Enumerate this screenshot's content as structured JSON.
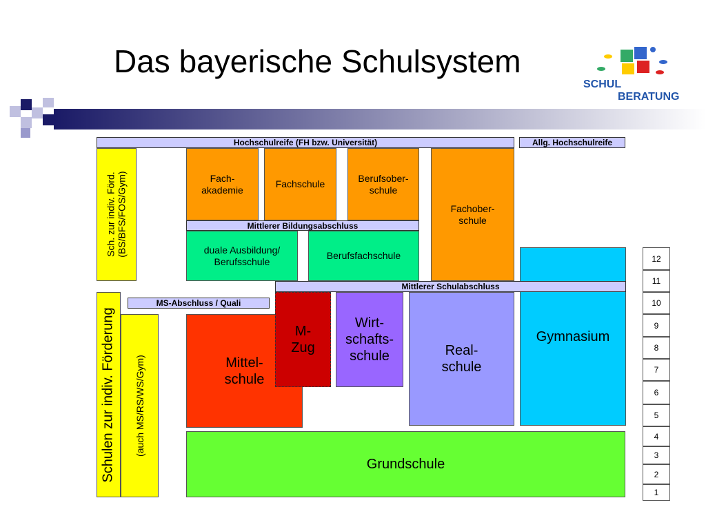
{
  "slide": {
    "title": "Das bayerische Schulsystem"
  },
  "logo": {
    "line1": "SCHUL",
    "line2": "BERATUNG"
  },
  "diagram": {
    "top_bars": {
      "hochschulreife": "Hochschulreife (FH bzw. Universität)",
      "allg_hochschulreife": "Allg. Hochschulreife",
      "mittlerer_bildungsabschluss": "Mittlerer Bildungsabschluss",
      "mittlerer_schulabschluss": "Mittlerer Schulabschluss",
      "ms_abschluss": "MS-Abschluss / Quali"
    },
    "schools": {
      "fachakademie": "Fach-\nakademie",
      "fachschule": "Fachschule",
      "berufsoberschule": "Berufsober-\nschule",
      "fachoberschule": "Fachober-\nschule",
      "duale_ausbildung": "duale Ausbildung/\nBerufsschule",
      "berufsfachschule": "Berufsfachschule",
      "m_zug": "M-\nZug",
      "wirtschaftsschule": "Wirt-\nschafts-\nschule",
      "realschule": "Real-\nschule",
      "gymnasium": "Gymnasium",
      "mittelschule": "Mittel-\nschule",
      "grundschule": "Grundschule",
      "foerder_oben": "Sch. zur indiv. Förd.\n(BS/BFS/FOS/Gym)",
      "foerder_unten": "Schulen zur indiv. Förderung",
      "foerder_unten_sub": "(auch MS/RS/WS/Gym)"
    },
    "grades": [
      "12",
      "11",
      "10",
      "9",
      "8",
      "7",
      "6",
      "5",
      "4",
      "3",
      "2",
      "1"
    ],
    "colors": {
      "orange": "#ff9900",
      "green": "#00ee88",
      "red": "#ff3300",
      "darkred": "#cc0000",
      "purple": "#9966ff",
      "lavender": "#9999ff",
      "cyan": "#00ccff",
      "lime": "#66ff33",
      "yellow": "#ffff00",
      "bar": "#ccccff"
    }
  }
}
